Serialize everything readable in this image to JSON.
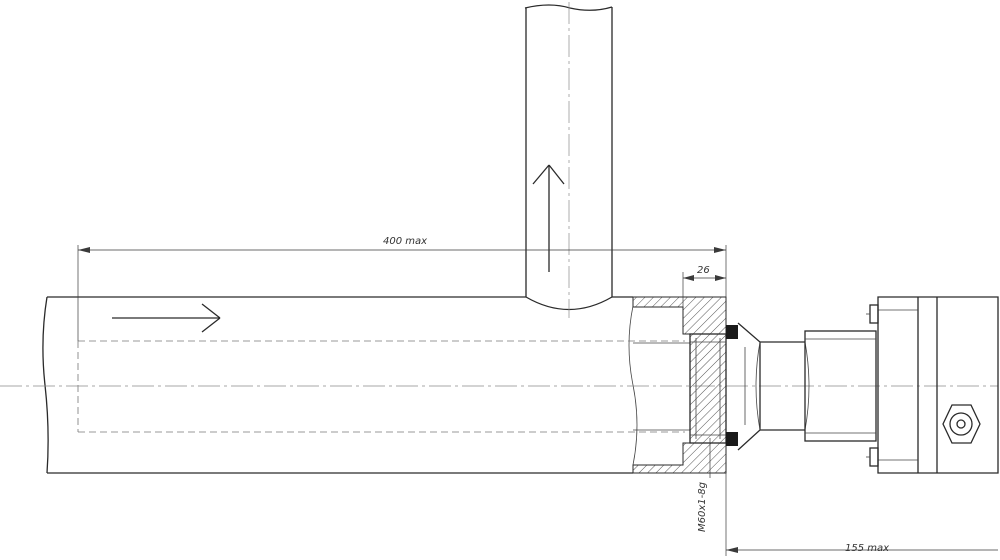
{
  "dimensions": {
    "length_max": "400 max",
    "wall_depth": "26",
    "thread": "M60x1-8g",
    "sensor_max": "155 max"
  },
  "colors": {
    "line": "#2a2a2a",
    "dimension": "#3a3a3a",
    "background": "#ffffff"
  },
  "icons": {
    "flow_arrow_vertical": "flow-arrow-up-icon",
    "flow_arrow_horizontal": "flow-arrow-right-icon"
  }
}
